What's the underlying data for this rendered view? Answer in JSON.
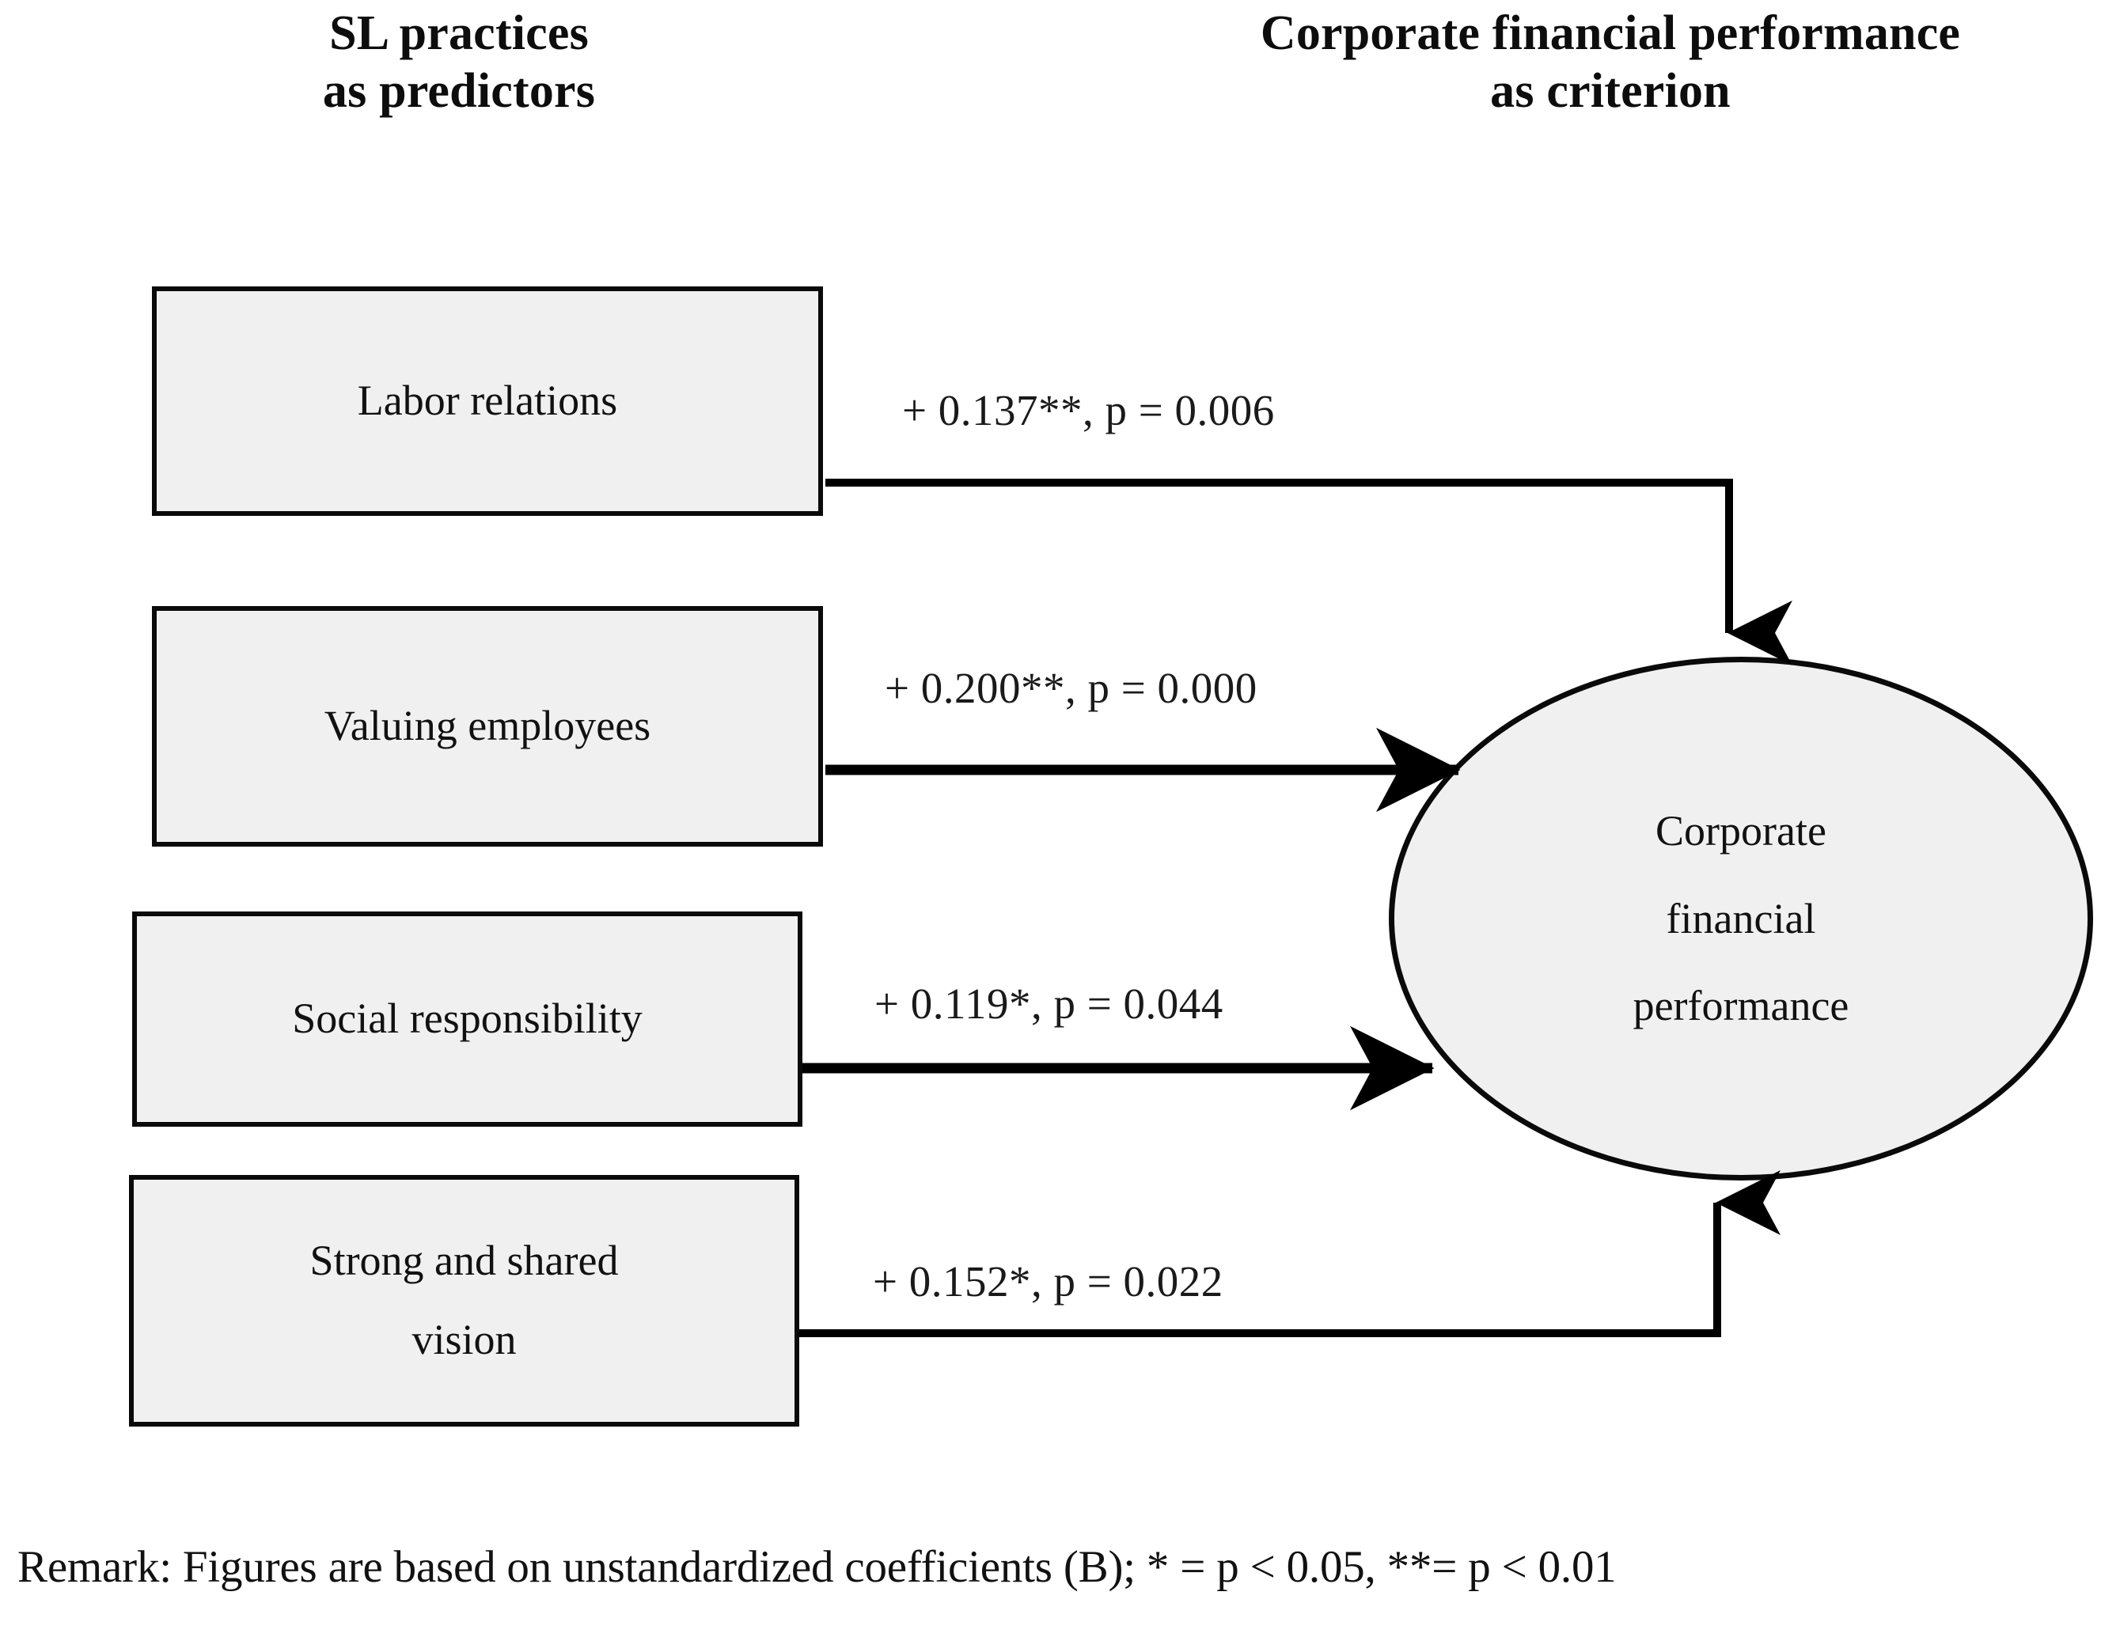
{
  "figure": {
    "headers": {
      "left_line1": "SL practices",
      "left_line2": "as predictors",
      "right_line1": "Corporate financial performance",
      "right_line2": "as criterion"
    },
    "predictors": [
      {
        "id": "labor-relations",
        "label_line1": "Labor relations",
        "label_line2": ""
      },
      {
        "id": "valuing-employees",
        "label_line1": "Valuing employees",
        "label_line2": ""
      },
      {
        "id": "social-responsibility",
        "label_line1": "Social responsibility",
        "label_line2": ""
      },
      {
        "id": "strong-shared-vision",
        "label_line1": "Strong and shared",
        "label_line2": "vision"
      }
    ],
    "criterion": {
      "id": "corporate-financial-performance",
      "label_line1": "Corporate",
      "label_line2": "financial",
      "label_line3": "performance"
    },
    "paths": [
      {
        "from": "labor-relations",
        "to": "corporate-financial-performance",
        "label": "+ 0.137**, p = 0.006",
        "coefficient": 0.137,
        "sign": "+",
        "stars": "**",
        "p_value": 0.006
      },
      {
        "from": "valuing-employees",
        "to": "corporate-financial-performance",
        "label": "+ 0.200**, p = 0.000",
        "coefficient": 0.2,
        "sign": "+",
        "stars": "**",
        "p_value": 0.0
      },
      {
        "from": "social-responsibility",
        "to": "corporate-financial-performance",
        "label": "+ 0.119*, p = 0.044",
        "coefficient": 0.119,
        "sign": "+",
        "stars": "*",
        "p_value": 0.044
      },
      {
        "from": "strong-shared-vision",
        "to": "corporate-financial-performance",
        "label": "+ 0.152*, p = 0.022",
        "coefficient": 0.152,
        "sign": "+",
        "stars": "*",
        "p_value": 0.022
      }
    ],
    "remark": "Remark: Figures are based on unstandardized coefficients (B); * = p < 0.05, **= p < 0.01",
    "colors": {
      "background": "#ffffff",
      "node_fill": "#f0f0f0",
      "node_stroke": "#0a0a0a",
      "text": "#111111",
      "arrow": "#000000"
    }
  }
}
